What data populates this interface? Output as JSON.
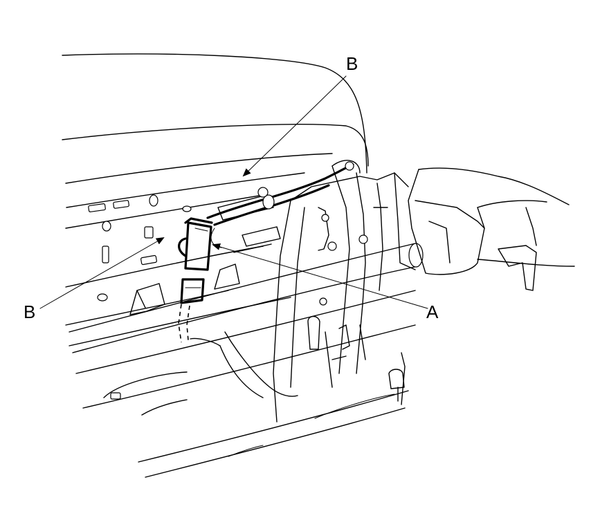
{
  "callouts": {
    "b_top": "B",
    "b_left": "B",
    "a_right": "A"
  },
  "colors": {
    "line": "#000000",
    "background": "#ffffff"
  }
}
